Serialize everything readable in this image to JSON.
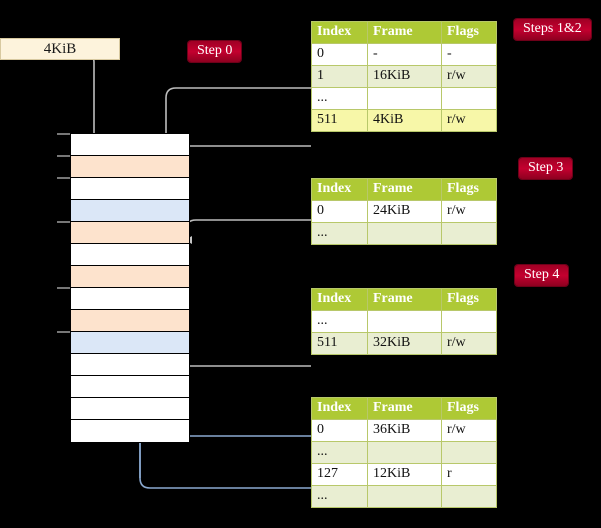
{
  "source_box": {
    "label": "4KiB"
  },
  "badges": {
    "step0": "Step 0",
    "steps12": "Steps 1&2",
    "step3": "Step 3",
    "step4": "Step 4"
  },
  "tables": {
    "columns": [
      "Index",
      "Frame",
      "Flags"
    ],
    "level1": {
      "name": "level-1-page-table",
      "rows": [
        {
          "index": "0",
          "frame": "-",
          "flags": "-",
          "style": "plain"
        },
        {
          "index": "1",
          "frame": "16KiB",
          "flags": "r/w",
          "style": "alt"
        },
        {
          "index": "...",
          "frame": "",
          "flags": "",
          "style": "plain"
        },
        {
          "index": "511",
          "frame": "4KiB",
          "flags": "r/w",
          "style": "hl"
        }
      ]
    },
    "level2": {
      "name": "level-2-page-table",
      "rows": [
        {
          "index": "0",
          "frame": "24KiB",
          "flags": "r/w",
          "style": "plain"
        },
        {
          "index": "...",
          "frame": "",
          "flags": "",
          "style": "alt"
        }
      ]
    },
    "level3": {
      "name": "level-3-page-table",
      "rows": [
        {
          "index": "...",
          "frame": "",
          "flags": "",
          "style": "plain"
        },
        {
          "index": "511",
          "frame": "32KiB",
          "flags": "r/w",
          "style": "alt"
        }
      ]
    },
    "level4": {
      "name": "level-4-page-table",
      "rows": [
        {
          "index": "0",
          "frame": "36KiB",
          "flags": "r/w",
          "style": "plain"
        },
        {
          "index": "...",
          "frame": "",
          "flags": "",
          "style": "alt"
        },
        {
          "index": "127",
          "frame": "12KiB",
          "flags": "r",
          "style": "plain"
        },
        {
          "index": "...",
          "frame": "",
          "flags": "",
          "style": "alt"
        }
      ]
    }
  },
  "memory_column": {
    "name": "physical-memory-column",
    "rows": [
      {
        "fill": "white"
      },
      {
        "fill": "peach"
      },
      {
        "fill": "white"
      },
      {
        "fill": "blue"
      },
      {
        "fill": "peach"
      },
      {
        "fill": "white"
      },
      {
        "fill": "peach"
      },
      {
        "fill": "white"
      },
      {
        "fill": "peach"
      },
      {
        "fill": "blue"
      },
      {
        "fill": "white"
      },
      {
        "fill": "white"
      },
      {
        "fill": "white"
      },
      {
        "fill": "white"
      }
    ],
    "ticks": [
      133,
      155,
      177,
      221,
      287,
      331
    ]
  },
  "colors": {
    "badge": "#b0002a",
    "table_header": "#aec935",
    "table_alt_row": "#e9eed2",
    "table_highlight": "#f7f7a8",
    "memory_peach": "#fde3cd",
    "memory_blue": "#dbe7f7",
    "source_box": "#fdf3dc",
    "wire_gray": "#bdbdbd",
    "wire_blue": "#8aa9d0",
    "background": "#000000"
  }
}
